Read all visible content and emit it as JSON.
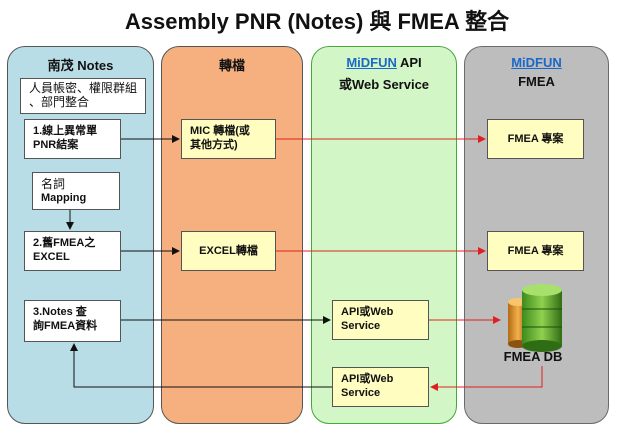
{
  "title": "Assembly PNR (Notes) 與 FMEA 整合",
  "lanes": {
    "notes": {
      "title": "南茂 Notes"
    },
    "conversion": {
      "title": "轉檔"
    },
    "api": {
      "brand": "MiDFUN",
      "title_suffix": " API",
      "title_line2": "或Web Service"
    },
    "fmea": {
      "brand": "MiDFUN",
      "title_line2": "FMEA"
    }
  },
  "boxes": {
    "account_sync": {
      "line1": "人員帳密、權限群組",
      "line2": "、部門整合"
    },
    "step1": {
      "line1": "1.線上異常單",
      "line2": "PNR結案"
    },
    "mapping": {
      "line1": "名詞",
      "line2": "Mapping"
    },
    "step2": {
      "line1": "2.舊FMEA之",
      "line2": "EXCEL"
    },
    "step3": {
      "line1": "3.Notes 查",
      "line2": "詢FMEA資料"
    },
    "mic": {
      "line1": "MIC 轉檔(或",
      "line2": "其他方式)"
    },
    "excel_conv": {
      "label": "EXCEL轉檔"
    },
    "api1": {
      "line1": "API或Web",
      "line2": "Service"
    },
    "api2": {
      "line1": "API或Web",
      "line2": "Service"
    },
    "fmea_project1": {
      "label": "FMEA 專案"
    },
    "fmea_project2": {
      "label": "FMEA 專案"
    }
  },
  "fmea_db": {
    "label": "FMEA DB"
  },
  "colors": {
    "notes_lane": "#b9dde6",
    "conversion_lane": "#f6b07f",
    "api_lane": "#d3f6c6",
    "fmea_lane": "#bdbdbd",
    "box_yellow": "#fffdbf",
    "arrow_red": "#e02020",
    "brand_blue": "#1c68c8"
  }
}
